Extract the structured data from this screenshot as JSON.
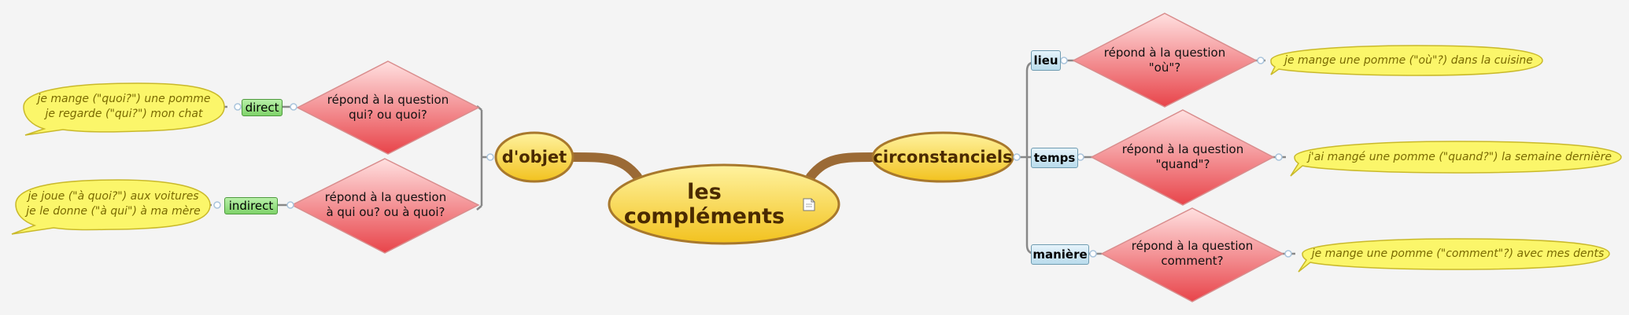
{
  "center": {
    "label": "les compléments"
  },
  "branches": {
    "objet": {
      "label": "d'objet",
      "direct": {
        "tag": "direct",
        "diamond": "répond à la question\nqui? ou quoi?",
        "bubble": "je mange (\"quoi?\") une pomme\nje regarde (\"qui?\") mon chat"
      },
      "indirect": {
        "tag": "indirect",
        "diamond": "répond à la question\nà qui ou?  ou  à quoi?",
        "bubble": "je joue (\"à quoi?\") aux voitures\nje le donne (\"à qui\") à ma mère"
      }
    },
    "circ": {
      "label": "circonstanciels",
      "lieu": {
        "tag": "lieu",
        "diamond": "répond à la question\n\"où\"?",
        "bubble": "je mange une pomme (\"où\"?) dans la cuisine"
      },
      "temps": {
        "tag": "temps",
        "diamond": "répond à la question\n\"quand\"?",
        "bubble": "j'ai mangé une pomme (\"quand?\") la semaine dernière"
      },
      "maniere": {
        "tag": "manière",
        "diamond": "répond à la question\ncomment?",
        "bubble": "je mange une pomme (\"comment\"?) avec mes dents"
      }
    }
  },
  "colors": {
    "ellipse_top": "#fff3a0",
    "ellipse_bottom": "#f2c21f",
    "ellipse_stroke": "#a8782c",
    "branch": "#9b6a35",
    "diamond_top": "#ffe0e0",
    "diamond_bottom": "#e8444a",
    "diamond_stroke": "#d98d8d",
    "bubble_fill": "#fbf66a",
    "bubble_stroke": "#c9b92a",
    "connector": "#888888",
    "port": "#a9c4dc"
  },
  "icons": {
    "note": "note-icon"
  }
}
